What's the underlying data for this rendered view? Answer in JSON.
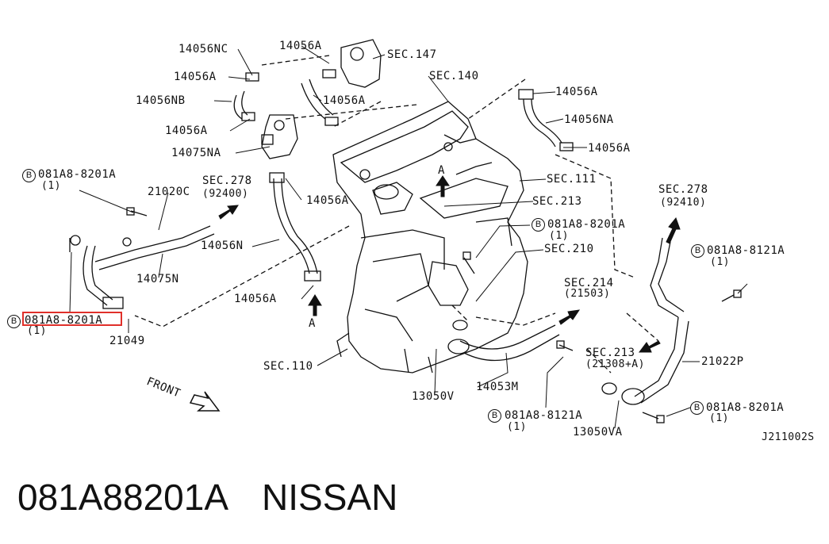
{
  "footer": {
    "part_number": "081A88201A",
    "brand": "NISSAN"
  },
  "diagram_code": "J211002S",
  "front_label": "FRONT",
  "arrow_a": "A",
  "b_symbol": "B",
  "labels": {
    "l14056NC": "14056NC",
    "l14056A_top": "14056A",
    "sec147": "SEC.147",
    "sec140": "SEC.140",
    "l14056A_left": "14056A",
    "l14056NB": "14056NB",
    "l14056A_mid": "14056A",
    "l14056A_leftlow": "14056A",
    "l14075NA": "14075NA",
    "b081A8_8201A_1": "081A8-8201A",
    "b081A8_8201A_1_q": "(1)",
    "l21020C": "21020C",
    "sec278_a": "SEC.278",
    "sec278_a_sub": "(92400)",
    "l14056A_center": "14056A",
    "l14056N": "14056N",
    "l14075N": "14075N",
    "l14056A_bottom": "14056A",
    "b081A8_8201A_hl": "081A8-8201A",
    "b081A8_8201A_hl_q": "(1)",
    "l21049": "21049",
    "sec110": "SEC.110",
    "l13050V": "13050V",
    "l14053M": "14053M",
    "l14056A_right_top": "14056A",
    "l14056NA": "14056NA",
    "l14056A_right": "14056A",
    "sec111": "SEC.111",
    "sec213_top": "SEC.213",
    "b081A8_8201A_2": "081A8-8201A",
    "b081A8_8201A_2_q": "(1)",
    "sec210": "SEC.210",
    "sec214": "SEC.214",
    "sec214_sub": "(21503)",
    "sec278_b": "SEC.278",
    "sec278_b_sub": "(92410)",
    "b081A8_8121A_1": "081A8-8121A",
    "b081A8_8121A_1_q": "(1)",
    "sec213_bottom": "SEC.213",
    "sec213_bottom_sub": "(21308+A)",
    "l21022P": "21022P",
    "b081A8_8121A_2": "081A8-8121A",
    "b081A8_8121A_2_q": "(1)",
    "l13050VA": "13050VA",
    "b081A8_8201A_3": "081A8-8201A",
    "b081A8_8201A_3_q": "(1)"
  },
  "colors": {
    "highlight": "#e0302a",
    "ink": "#111111"
  }
}
